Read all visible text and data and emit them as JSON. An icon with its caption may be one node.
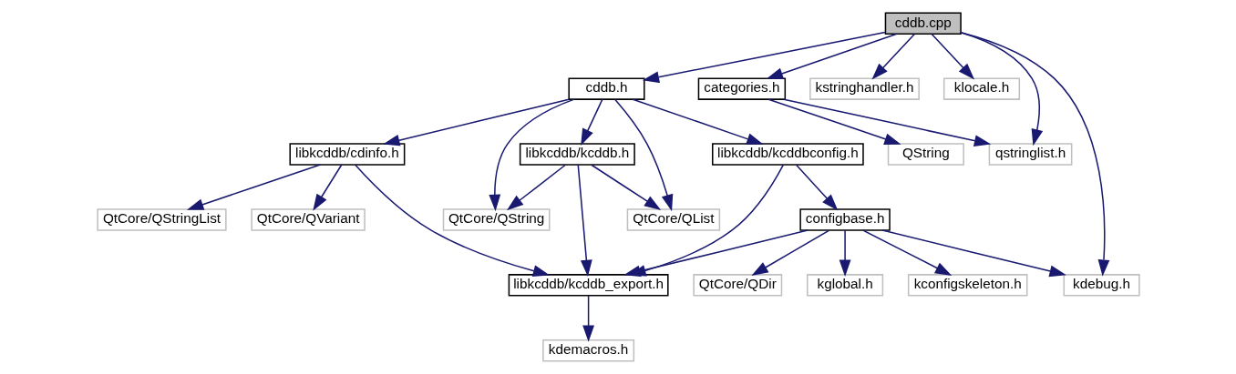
{
  "diagram": {
    "nodes": [
      {
        "text": [
          "cddb.cpp"
        ]
      },
      {
        "text": [
          "cddb.h"
        ]
      },
      {
        "text": [
          "categories.h"
        ]
      },
      {
        "text": [
          "kstringhandler.h"
        ]
      },
      {
        "text": [
          "klocale.h"
        ]
      },
      {
        "text": [
          "libkcddb/cdinfo.h"
        ]
      },
      {
        "text": [
          "libkcddb/kcddb.h"
        ]
      },
      {
        "text": [
          "libkcddb/kcddbconfig.h"
        ]
      },
      {
        "text": [
          "QString"
        ]
      },
      {
        "text": [
          "qstringlist.h"
        ]
      },
      {
        "text": [
          "QtCore/QStringList"
        ]
      },
      {
        "text": [
          "QtCore/QVariant"
        ]
      },
      {
        "text": [
          "QtCore/QString"
        ]
      },
      {
        "text": [
          "QtCore/QList"
        ]
      },
      {
        "text": [
          "configbase.h"
        ]
      },
      {
        "text": [
          "libkcddb/kcddb_export.h"
        ]
      },
      {
        "text": [
          "QtCore/QDir"
        ]
      },
      {
        "text": [
          "kglobal.h"
        ]
      },
      {
        "text": [
          "kconfigskeleton.h"
        ]
      },
      {
        "text": [
          "kdebug.h"
        ]
      },
      {
        "text": [
          "kdemacros.h"
        ]
      }
    ],
    "edges": [
      {
        "from": 0,
        "to": 1,
        "arrow": "to"
      },
      {
        "from": 0,
        "to": 19,
        "arrow": "to"
      },
      {
        "from": 0,
        "to": 2,
        "arrow": "to"
      },
      {
        "from": 0,
        "to": 9,
        "arrow": "to"
      },
      {
        "from": 0,
        "to": 3,
        "arrow": "to"
      },
      {
        "from": 0,
        "to": 4,
        "arrow": "to"
      },
      {
        "from": 1,
        "to": 5,
        "arrow": "to"
      },
      {
        "from": 1,
        "to": 12,
        "arrow": "to"
      },
      {
        "from": 1,
        "to": 6,
        "arrow": "to"
      },
      {
        "from": 1,
        "to": 13,
        "arrow": "to"
      },
      {
        "from": 1,
        "to": 7,
        "arrow": "to"
      },
      {
        "from": 2,
        "to": 8,
        "arrow": "to"
      },
      {
        "from": 2,
        "to": 9,
        "arrow": "to"
      },
      {
        "from": 5,
        "to": 10,
        "arrow": "to"
      },
      {
        "from": 5,
        "to": 11,
        "arrow": "to"
      },
      {
        "from": 5,
        "to": 15,
        "arrow": "to"
      },
      {
        "from": 6,
        "to": 12,
        "arrow": "to"
      },
      {
        "from": 6,
        "to": 15,
        "arrow": "to"
      },
      {
        "from": 6,
        "to": 13,
        "arrow": "to"
      },
      {
        "from": 7,
        "to": 15,
        "arrow": "to"
      },
      {
        "from": 7,
        "to": 14,
        "arrow": "to"
      },
      {
        "from": 14,
        "to": 15,
        "arrow": "to"
      },
      {
        "from": 14,
        "to": 16,
        "arrow": "to"
      },
      {
        "from": 14,
        "to": 17,
        "arrow": "to"
      },
      {
        "from": 14,
        "to": 18,
        "arrow": "to"
      },
      {
        "from": 14,
        "to": 19,
        "arrow": "to"
      },
      {
        "from": 15,
        "to": 20,
        "arrow": "to"
      }
    ]
  }
}
